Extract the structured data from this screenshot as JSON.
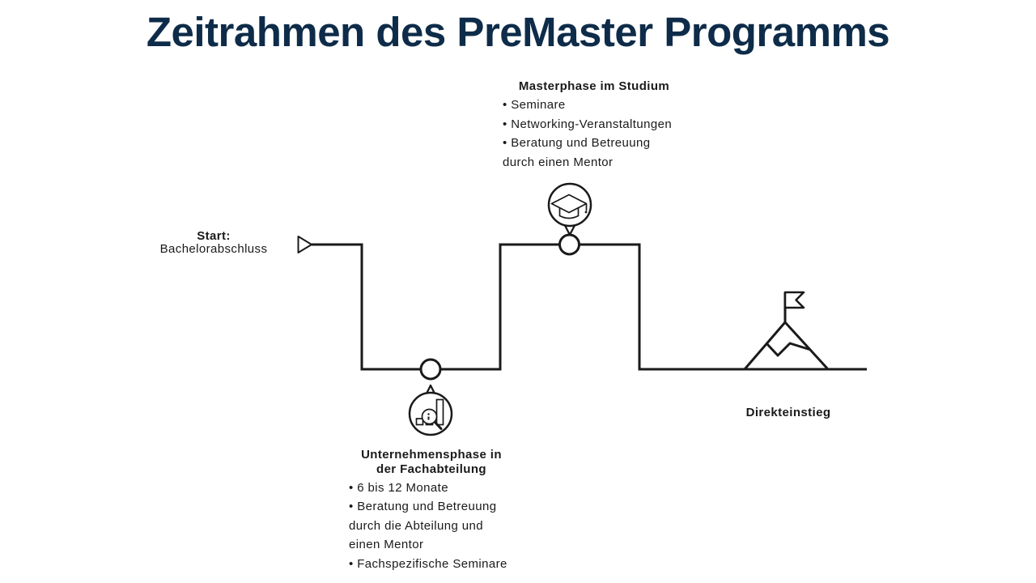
{
  "title": {
    "text": "Zeitrahmen des PreMaster Programms"
  },
  "colors": {
    "title": "#0e2c49",
    "ink": "#1a1a1a",
    "background": "#ffffff"
  },
  "diagram": {
    "start": {
      "label_bold": "Start:",
      "label": "Bachelorabschluss",
      "marker_icon": "play-triangle"
    },
    "master_phase": {
      "title": "Masterphase im Studium",
      "lines": [
        "• Seminare",
        "• Networking-Veranstaltungen",
        "• Beratung und Betreuung",
        "durch einen Mentor"
      ],
      "icon": "graduation-cap"
    },
    "company_phase": {
      "title_lines": [
        "Unternehmensphase in",
        "der Fachabteilung"
      ],
      "lines": [
        "• 6 bis 12 Monate",
        "• Beratung und Betreuung",
        "durch die Abteilung und",
        "einen Mentor",
        "• Fachspezifische Seminare"
      ],
      "icon": "bar-chart-magnifier"
    },
    "direct_entry": {
      "label": "Direkteinstieg",
      "icon": "mountain-flag"
    }
  }
}
